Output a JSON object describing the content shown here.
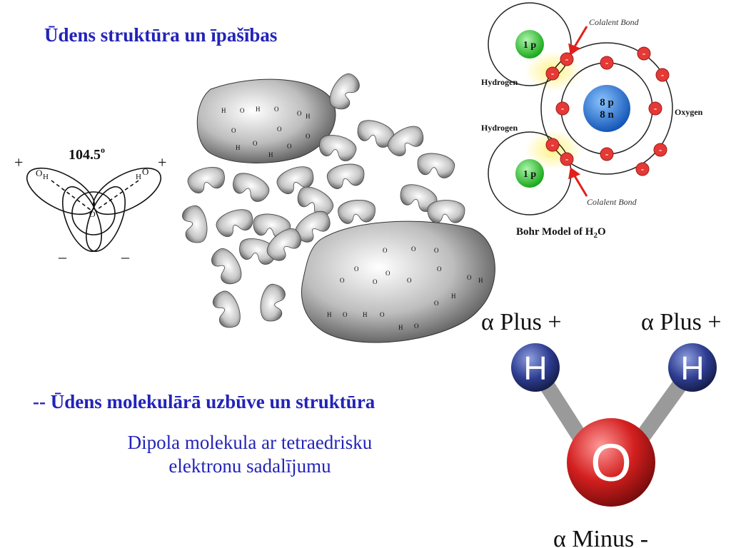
{
  "slide": {
    "title": "Ūdens struktūra un īpašības",
    "subheading": "-- Ūdens molekulārā uzbūve un struktūra",
    "body_line1": "Dipola molekula ar tetraedrisku",
    "body_line2": "elektronu sadalījumu"
  },
  "angle_diagram": {
    "angle": "104.5",
    "angle_unit": "o",
    "plus_left": "+",
    "plus_right": "+",
    "minus_left": "–",
    "minus_right": "–",
    "label_left_o": "O",
    "label_left_h": "H",
    "label_right_h": "H",
    "label_right_o": "O",
    "label_center": "O"
  },
  "bohr_model": {
    "bond_top": "Colalent Bond",
    "bond_bottom": "Colalent Bond",
    "hydrogen_top": "Hydrogen",
    "hydrogen_bottom": "Hydrogen",
    "oxygen": "Oxygen",
    "proton_label": "1 p",
    "nucleus_p": "8 p",
    "nucleus_n": "8 n",
    "electron_sign": "-",
    "caption_prefix": "Bohr Model of H",
    "caption_sub": "2",
    "caption_suffix": "O",
    "colors": {
      "hydrogen": "#22c322",
      "oxygen": "#1d6fd8",
      "electron": "#e53935",
      "arrow": "#e0201c"
    }
  },
  "dipole": {
    "left_label": "α Plus +",
    "right_label": "α Plus +",
    "bottom_label": "α Minus -",
    "h_left": "H",
    "h_right": "H",
    "o_center": "O",
    "colors": {
      "hydrogen": "#2d3c8f",
      "oxygen": "#d31f1f",
      "bond": "#8f8f8f"
    }
  },
  "cluster": {
    "atom_h": "H",
    "atom_o": "O"
  }
}
